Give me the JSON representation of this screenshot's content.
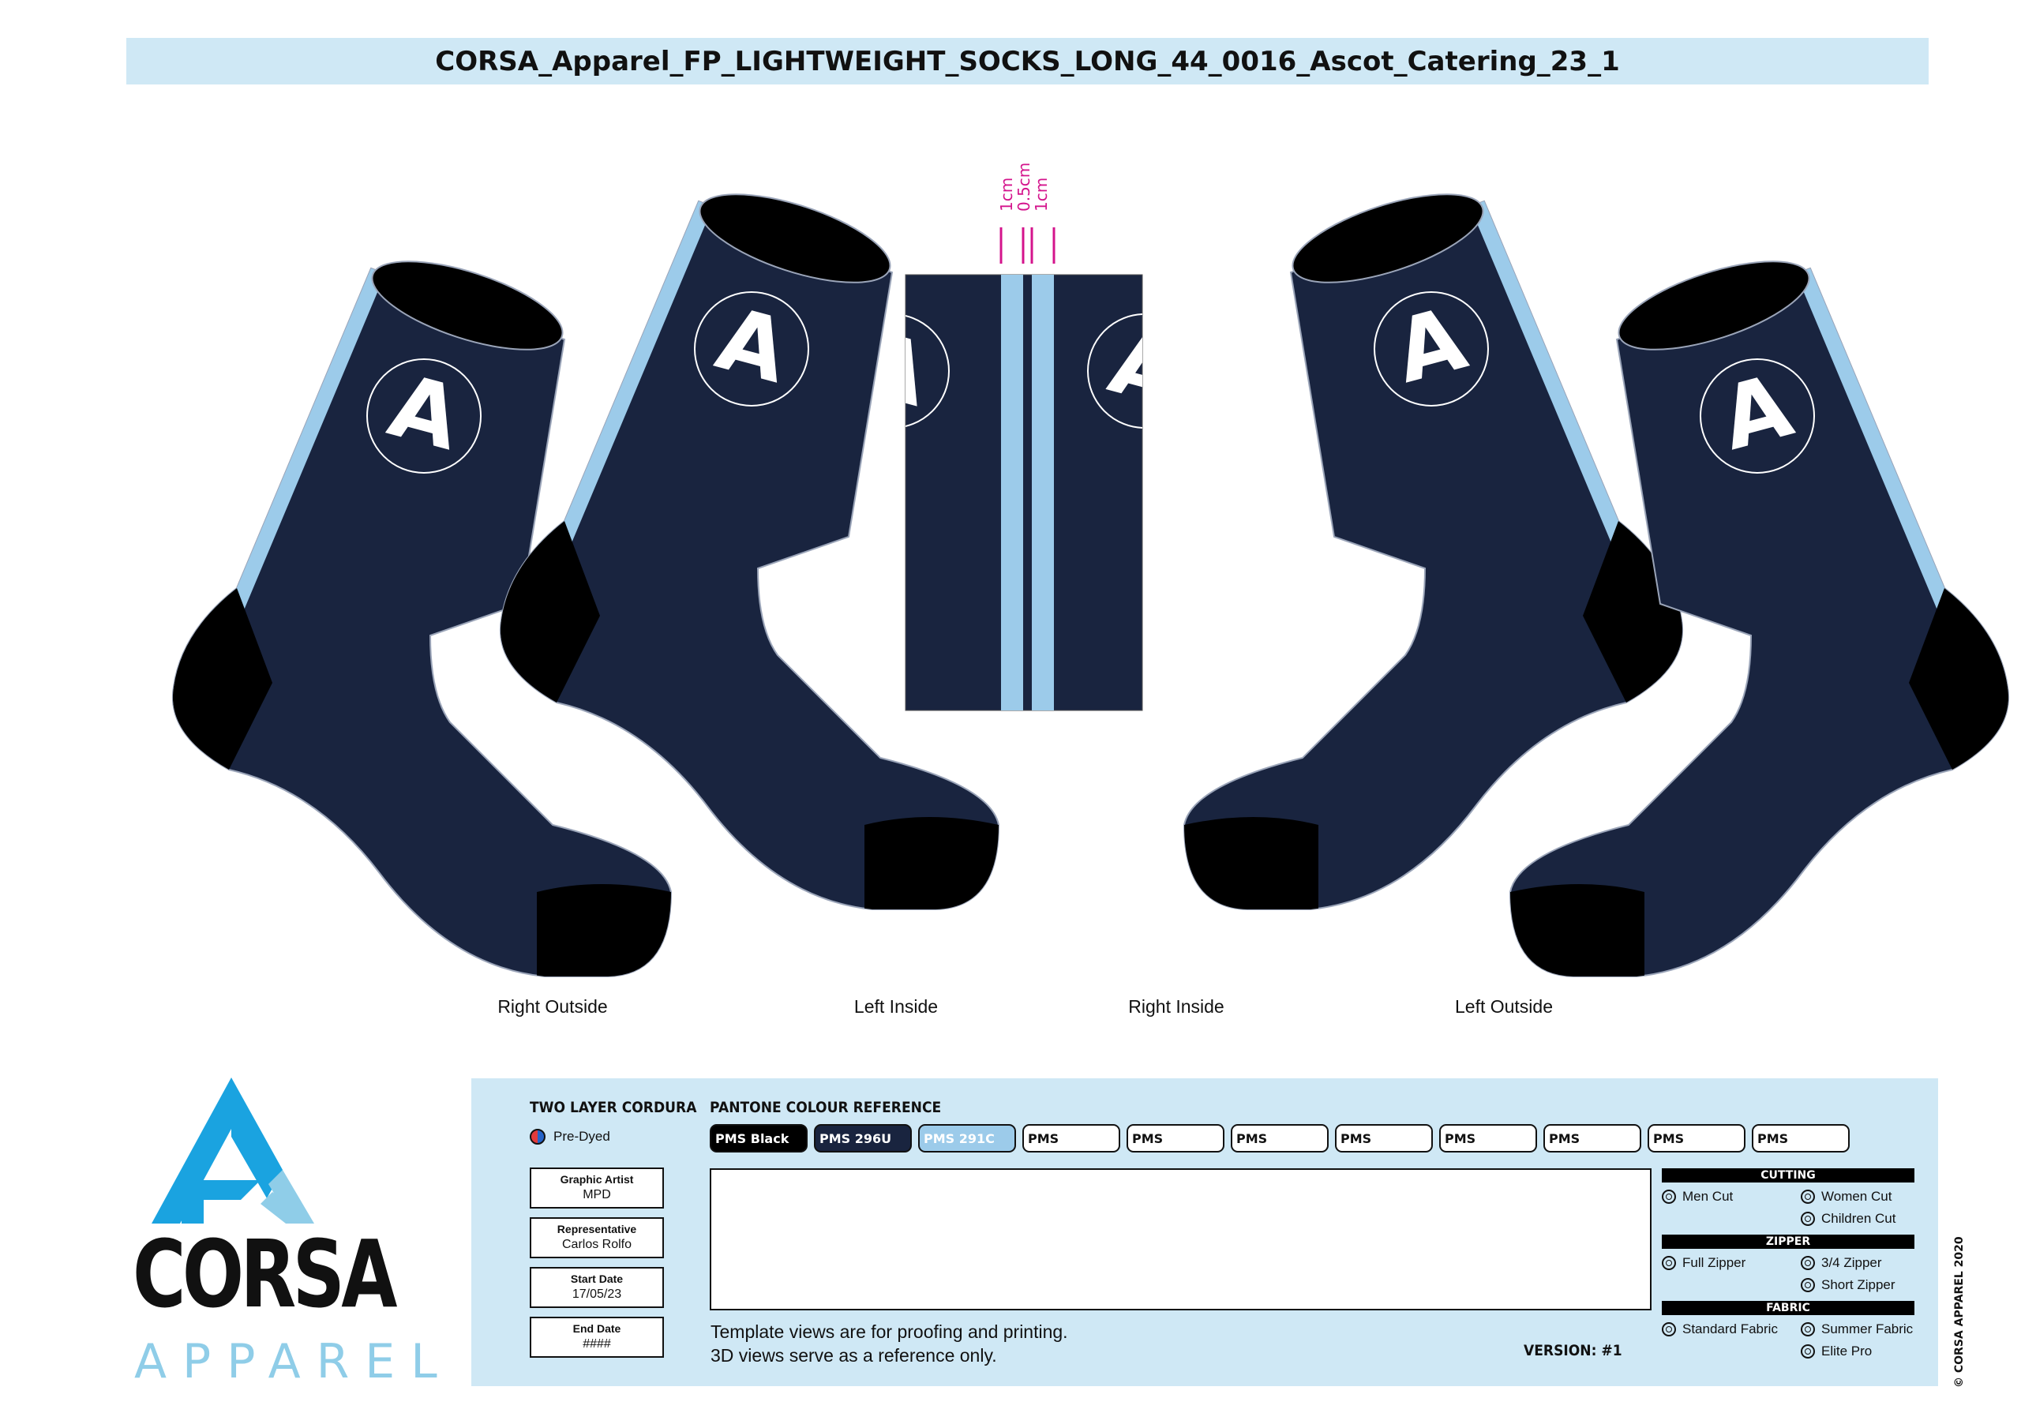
{
  "document": {
    "title": "CORSA_Apparel_FP_LIGHTWEIGHT_SOCKS_LONG_44_0016_Ascot_Catering_23_1"
  },
  "colors": {
    "navy": "#19243f",
    "light_blue": "#9ccbea",
    "black": "#000000",
    "panel_bg": "#cfe8f5",
    "dimension_magenta": "#d4148c",
    "logo_blue": "#1aa3e0",
    "logo_light": "#8fcde8"
  },
  "design": {
    "logo_letter": "A",
    "dimension_labels": [
      "1cm",
      "0.5cm",
      "1cm"
    ],
    "views": [
      {
        "label": "Right Outside"
      },
      {
        "label": "Left Inside"
      },
      {
        "label": "Right Inside"
      },
      {
        "label": "Left Outside"
      }
    ]
  },
  "logo": {
    "word": "CORSA",
    "sub": "APPAREL"
  },
  "panel": {
    "material_title": "TWO LAYER CORDURA",
    "material_option": "Pre-Dyed",
    "pantone_title": "PANTONE COLOUR REFERENCE",
    "pantone": [
      {
        "label": "PMS Black",
        "color": "#000000",
        "text_color": "#ffffff"
      },
      {
        "label": "PMS 296U",
        "color": "#19243f",
        "text_color": "#ffffff"
      },
      {
        "label": "PMS 291C",
        "color": "#9ccbea",
        "text_color": "#ffffff"
      },
      {
        "label": "PMS",
        "color": "#ffffff",
        "text_color": "#111111"
      },
      {
        "label": "PMS",
        "color": "#ffffff",
        "text_color": "#111111"
      },
      {
        "label": "PMS",
        "color": "#ffffff",
        "text_color": "#111111"
      },
      {
        "label": "PMS",
        "color": "#ffffff",
        "text_color": "#111111"
      },
      {
        "label": "PMS",
        "color": "#ffffff",
        "text_color": "#111111"
      },
      {
        "label": "PMS",
        "color": "#ffffff",
        "text_color": "#111111"
      },
      {
        "label": "PMS",
        "color": "#ffffff",
        "text_color": "#111111"
      },
      {
        "label": "PMS",
        "color": "#ffffff",
        "text_color": "#111111"
      }
    ],
    "info": [
      {
        "key": "Graphic Artist",
        "value": "MPD"
      },
      {
        "key": "Representative",
        "value": "Carlos Rolfo"
      },
      {
        "key": "Start Date",
        "value": "17/05/23"
      },
      {
        "key": "End Date",
        "value": "####"
      }
    ],
    "note_line1": "Template views are for proofing and printing.",
    "note_line2": "3D views serve as a reference only.",
    "version": "VERSION: #1",
    "cutting": {
      "title": "CUTTING",
      "options": [
        "Men Cut",
        "Women Cut",
        "",
        "Children Cut"
      ]
    },
    "zipper": {
      "title": "ZIPPER",
      "options": [
        "Full Zipper",
        "3/4 Zipper",
        "",
        "Short Zipper"
      ]
    },
    "fabric": {
      "title": "FABRIC",
      "options": [
        "Standard Fabric",
        "Summer Fabric",
        "",
        "Elite Pro"
      ]
    },
    "copyright": "© CORSA APPAREL 2020"
  }
}
